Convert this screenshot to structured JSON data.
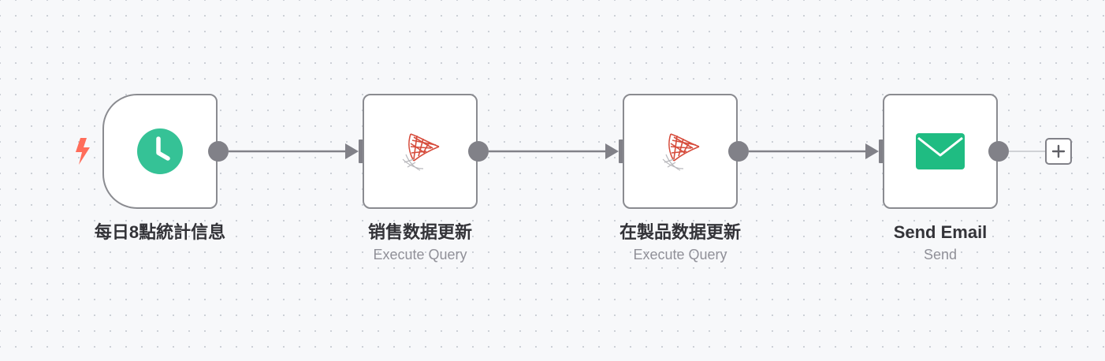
{
  "workflow": {
    "nodes": [
      {
        "title": "每日8點統計信息",
        "subtitle": "",
        "icon": "clock-icon",
        "kind": "schedule-trigger"
      },
      {
        "title": "销售数据更新",
        "subtitle": "Execute Query",
        "icon": "sql-server-icon",
        "kind": "sql-server"
      },
      {
        "title": "在製品数据更新",
        "subtitle": "Execute Query",
        "icon": "sql-server-icon",
        "kind": "sql-server"
      },
      {
        "title": "Send Email",
        "subtitle": "Send",
        "icon": "email-icon",
        "kind": "email-send"
      }
    ],
    "add_node_icon": "plus-icon",
    "trigger_marker_icon": "lightning-icon"
  },
  "colors": {
    "canvas_bg": "#f7f8fa",
    "node_border": "#8a8b90",
    "connector": "#818188",
    "trigger_accent": "#ff6d5a",
    "clock": "#35c296",
    "email": "#1fbc82",
    "sql_red": "#d64c3c"
  }
}
